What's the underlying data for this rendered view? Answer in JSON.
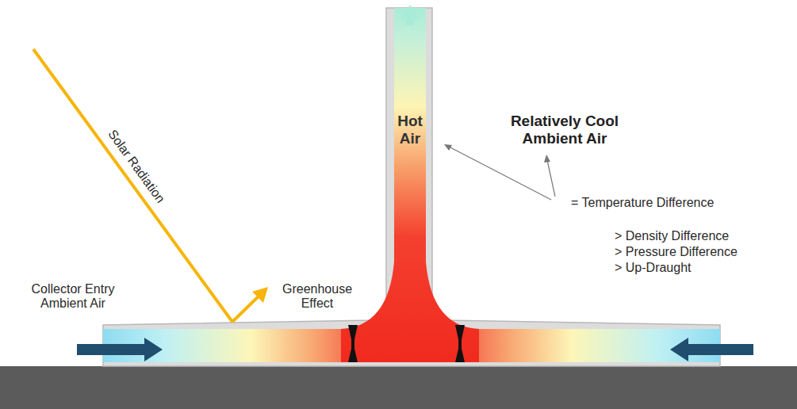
{
  "diagram": {
    "labels": [
      "Solar Radiation",
      "Greenhouse Effect",
      "Collector Entry Ambient Air",
      "Hot Air",
      "Relatively Cool Ambient Air",
      "= Temperature Difference",
      "> Density Difference",
      "> Pressure Difference",
      "> Up-Draught"
    ]
  }
}
